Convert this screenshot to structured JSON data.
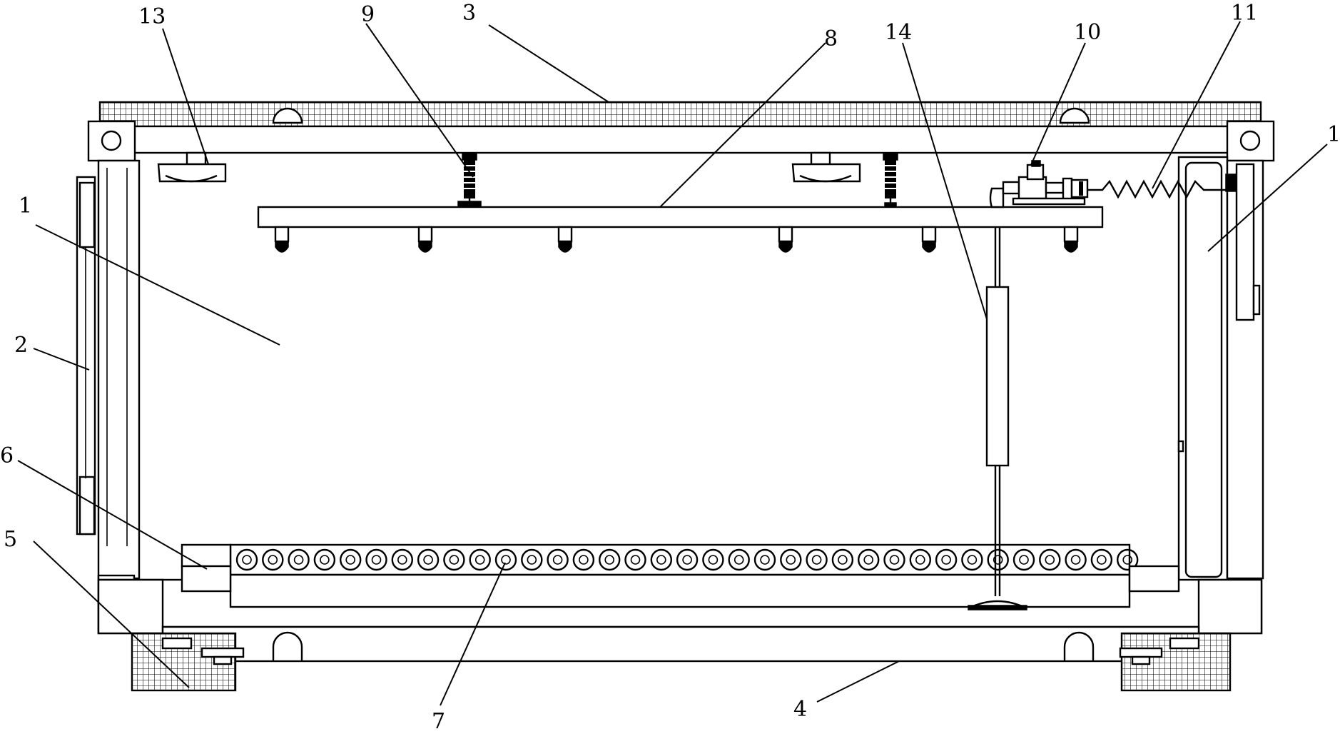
{
  "labels": {
    "l13": "13",
    "l9": "9",
    "l3": "3",
    "l8": "8",
    "l14": "14",
    "l10": "10",
    "l11": "11",
    "l1_right": "1",
    "l1_left": "1",
    "l2": "2",
    "l6": "6",
    "l5": "5",
    "l7": "7",
    "l4": "4"
  }
}
